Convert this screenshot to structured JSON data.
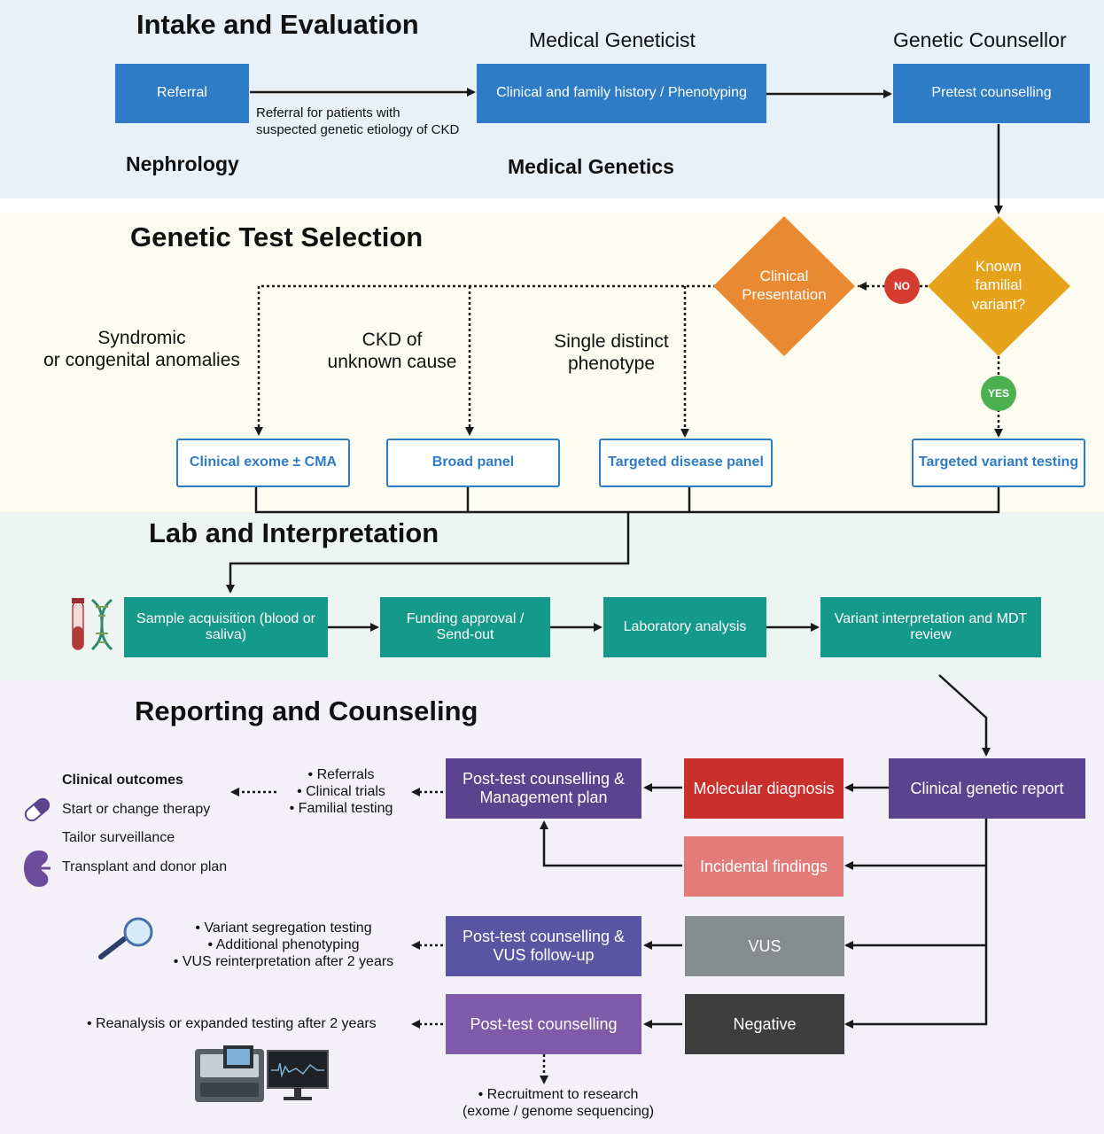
{
  "colors": {
    "band_intake": "#e8f0f8",
    "band_selection": "#fcfbef",
    "band_lab": "#edf5f2",
    "band_report": "#f3f0f7",
    "blue": "#2e7cc6",
    "orange": "#e98a32",
    "amber": "#e7a21b",
    "teal": "#14998a",
    "purple": "#5b438e",
    "red": "#c9302c",
    "salmon": "#e47b7b",
    "gray": "#868b8d",
    "dark": "#3e3e3e",
    "violet": "#7f5aa8",
    "no_red": "#d63b2f",
    "yes_green": "#4caf50"
  },
  "intake": {
    "title": "Intake and Evaluation",
    "role_geneticist": "Medical Geneticist",
    "role_counsellor": "Genetic Counsellor",
    "role_nephrology": "Nephrology",
    "role_medical_genetics": "Medical Genetics",
    "referral": "Referral",
    "referral_note_line1": "Referral for patients with",
    "referral_note_line2": "suspected genetic etiology of CKD",
    "history": "Clinical and family history / Phenotyping",
    "pretest": "Pretest counselling"
  },
  "selection": {
    "title": "Genetic Test Selection",
    "clinical_presentation_line1": "Clinical",
    "clinical_presentation_line2": "Presentation",
    "known_line1": "Known",
    "known_line2": "familial",
    "known_line3": "variant?",
    "no": "NO",
    "yes": "YES",
    "syndromic_line1": "Syndromic",
    "syndromic_line2": "or congenital anomalies",
    "ckd_line1": "CKD of",
    "ckd_line2": "unknown cause",
    "single_line1": "Single distinct",
    "single_line2": "phenotype",
    "test_exome": "Clinical exome ± CMA",
    "test_broad": "Broad panel",
    "test_targeted_panel": "Targeted disease panel",
    "test_targeted_variant": "Targeted variant testing"
  },
  "lab": {
    "title": "Lab and Interpretation",
    "sample_line1": "Sample acquisition (blood or",
    "sample_line2": "saliva)",
    "funding_line1": "Funding approval /",
    "funding_line2": "Send-out",
    "analysis": "Laboratory analysis",
    "variant_line1": "Variant interpretation and MDT",
    "variant_line2": "review"
  },
  "reporting": {
    "title": "Reporting and Counseling",
    "clinical_report": "Clinical genetic report",
    "molecular_diagnosis": "Molecular diagnosis",
    "incidental": "Incidental findings",
    "vus": "VUS",
    "negative": "Negative",
    "ptc_mgmt_line1": "Post-test counselling &",
    "ptc_mgmt_line2": "Management plan",
    "ptc_vus_line1": "Post-test counselling &",
    "ptc_vus_line2": "VUS follow-up",
    "ptc": "Post-test counselling",
    "mgmt_bullets": [
      "Referrals",
      "Clinical trials",
      "Familial testing"
    ],
    "outcomes_title": "Clinical outcomes",
    "outcome_therapy": "Start or change therapy",
    "outcome_surveillance": "Tailor surveillance",
    "outcome_transplant": "Transplant and donor plan",
    "vus_bullets": [
      "Variant segregation testing",
      "Additional phenotyping",
      "VUS reinterpretation after 2 years"
    ],
    "negative_bullet": "Reanalysis or expanded testing after 2 years",
    "research_line1": "Recruitment to research",
    "research_line2": "(exome / genome sequencing)"
  }
}
